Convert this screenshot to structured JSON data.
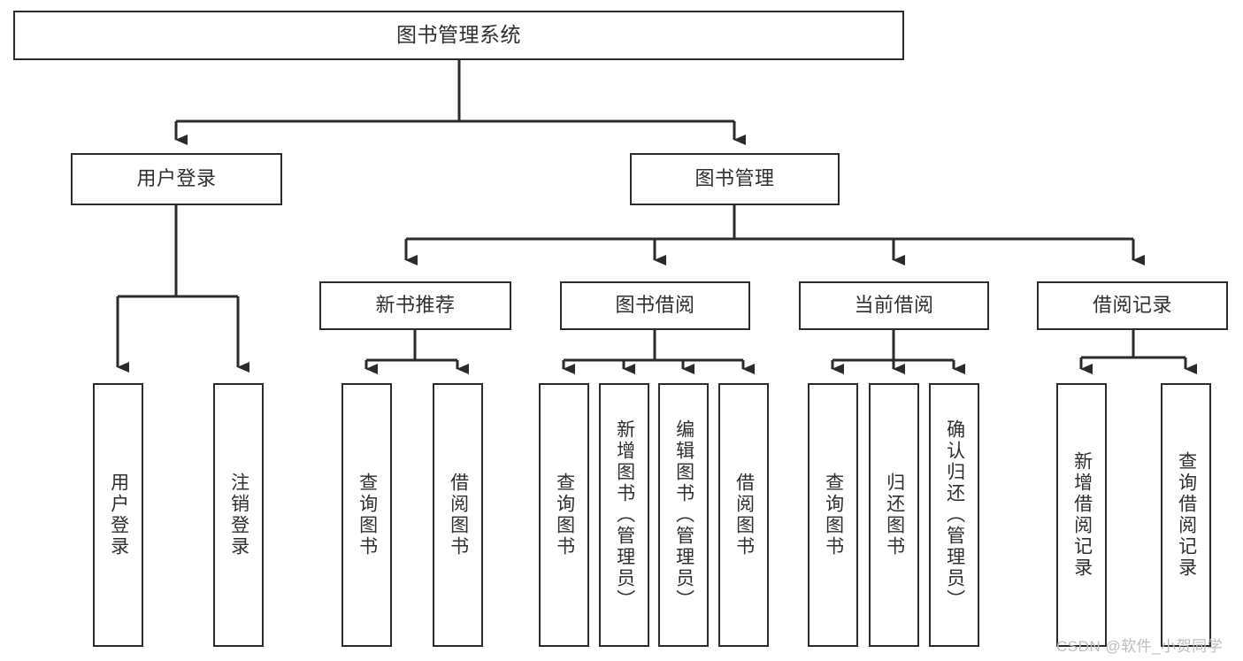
{
  "diagram": {
    "title": "图书管理系统",
    "type": "tree-hierarchy",
    "colors": {
      "box_border": "#2b2b2b",
      "box_fill": "#ffffff",
      "text": "#2f2f2f",
      "connector": "#2b2b2b",
      "watermark": "#bdbdbd",
      "background": "#ffffff"
    },
    "root": {
      "label": "图书管理系统"
    },
    "level2": [
      {
        "label": "用户登录"
      },
      {
        "label": "图书管理"
      }
    ],
    "level3": [
      {
        "label": "新书推荐"
      },
      {
        "label": "图书借阅"
      },
      {
        "label": "当前借阅"
      },
      {
        "label": "借阅记录"
      }
    ],
    "leaves": {
      "user_login": [
        {
          "label": "用户登录"
        },
        {
          "label": "注销登录"
        }
      ],
      "new_book_recommend": [
        {
          "label": "查询图书"
        },
        {
          "label": "借阅图书"
        }
      ],
      "book_borrow": [
        {
          "label": "查询图书"
        },
        {
          "label": "新增图书（管理员）"
        },
        {
          "label": "编辑图书（管理员）"
        },
        {
          "label": "借阅图书"
        }
      ],
      "current_borrow": [
        {
          "label": "查询图书"
        },
        {
          "label": "归还图书"
        },
        {
          "label": "确认归还（管理员）"
        }
      ],
      "borrow_records": [
        {
          "label": "新增借阅记录"
        },
        {
          "label": "查询借阅记录"
        }
      ]
    },
    "watermark": "CSDN @软件_小贺同学"
  }
}
